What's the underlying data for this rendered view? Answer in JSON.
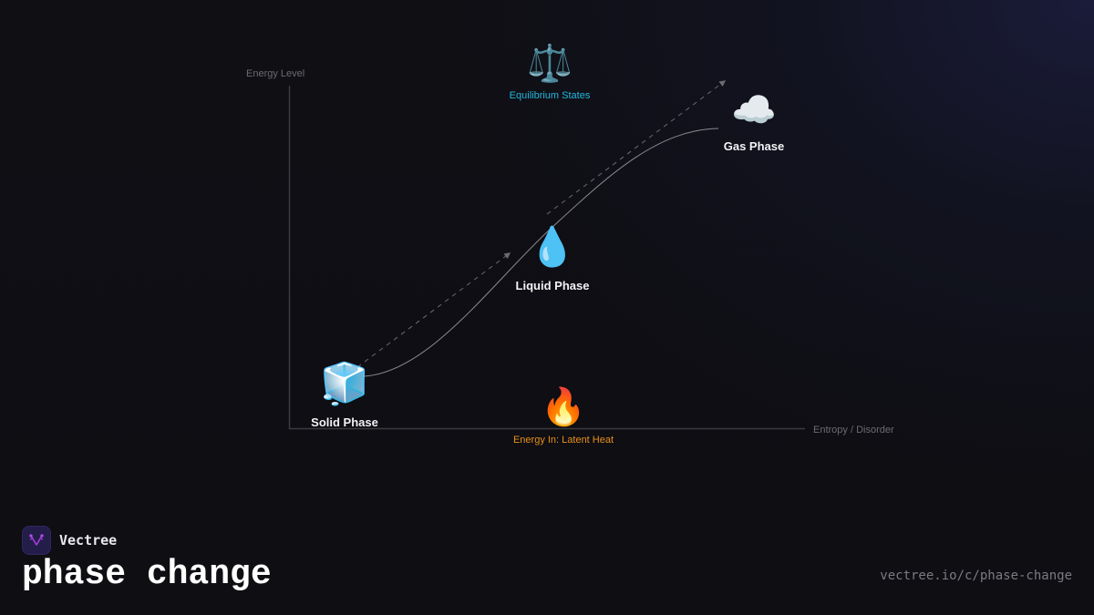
{
  "diagram": {
    "axes": {
      "y_label": "Energy Level",
      "x_label": "Entropy / Disorder"
    },
    "nodes": [
      {
        "id": "solid",
        "icon": "ice-cube",
        "glyph": "🧊",
        "label": "Solid Phase",
        "color": "#f2f2f5"
      },
      {
        "id": "liquid",
        "icon": "water-droplet",
        "glyph": "💧",
        "label": "Liquid Phase",
        "color": "#f2f2f5"
      },
      {
        "id": "gas",
        "icon": "cloud",
        "glyph": "☁️",
        "label": "Gas Phase",
        "color": "#f2f2f5"
      },
      {
        "id": "equilibrium",
        "icon": "balance-scale",
        "glyph": "⚖️",
        "label": "Equilibrium States",
        "color": "#22b8e0"
      },
      {
        "id": "energy",
        "icon": "fire",
        "glyph": "🔥",
        "label": "Energy In: Latent Heat",
        "color": "#e8901a"
      }
    ],
    "edges": [
      {
        "from": "solid",
        "to": "liquid",
        "style": "solid-curve"
      },
      {
        "from": "liquid",
        "to": "gas",
        "style": "solid-curve"
      },
      {
        "from": "solid",
        "to": "liquid",
        "style": "dashed-arrow"
      },
      {
        "from": "liquid",
        "to": "gas",
        "style": "dashed-arrow"
      }
    ]
  },
  "footer": {
    "brand_name": "Vectree",
    "title": "phase change",
    "url": "vectree.io/c/phase-change"
  },
  "colors": {
    "background": "#0f0f14",
    "axis": "#3a3a40",
    "curve": "#8a8a90",
    "dashed": "#6a6a70",
    "accent_equilibrium": "#22b8e0",
    "accent_energy": "#e8901a",
    "brand_logo_bg": "#231d4a",
    "brand_logo_mark": "#a23fd6"
  }
}
